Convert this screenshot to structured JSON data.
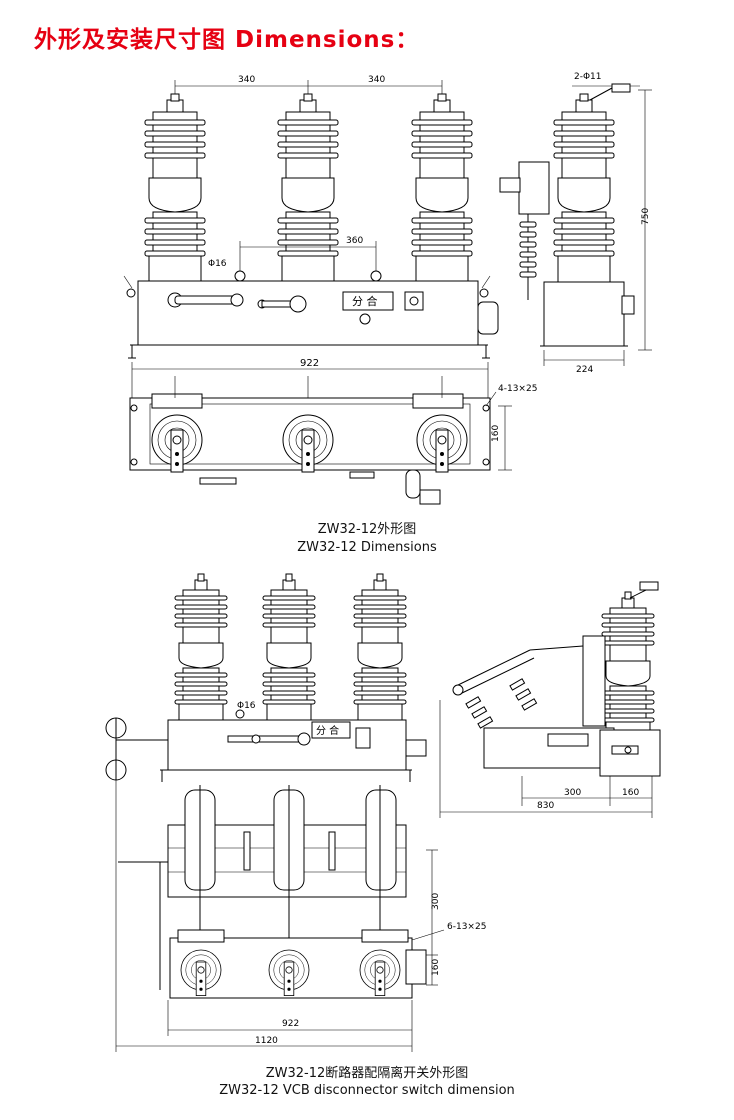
{
  "title": "外形及安装尺寸图  Dimensions：",
  "colors": {
    "title": "#e60012",
    "line": "#000000",
    "background": "#ffffff"
  },
  "figure1": {
    "caption_zh": "ZW32-12外形图",
    "caption_en": "ZW32-12 Dimensions",
    "dims": {
      "pitch_left": "340",
      "pitch_right": "340",
      "shaft": "360",
      "hole_small": "Φ16",
      "handle_holes": "2-Φ11",
      "height": "750",
      "depth": "224",
      "length": "922",
      "mount_holes": "4-13×25",
      "mount_depth": "160"
    },
    "panel_label": "分 合"
  },
  "figure2": {
    "caption_zh": "ZW32-12断路器配隔离开关外形图",
    "caption_en": "ZW32-12 VCB disconnector switch dimension",
    "dims": {
      "hole_small": "Φ16",
      "side_a": "300",
      "side_b": "160",
      "side_total": "830",
      "vertical_a": "300",
      "vertical_b": "160",
      "mount_holes": "6-13×25",
      "length_inner": "922",
      "length_total": "1120"
    },
    "panel_label": "分 合"
  }
}
